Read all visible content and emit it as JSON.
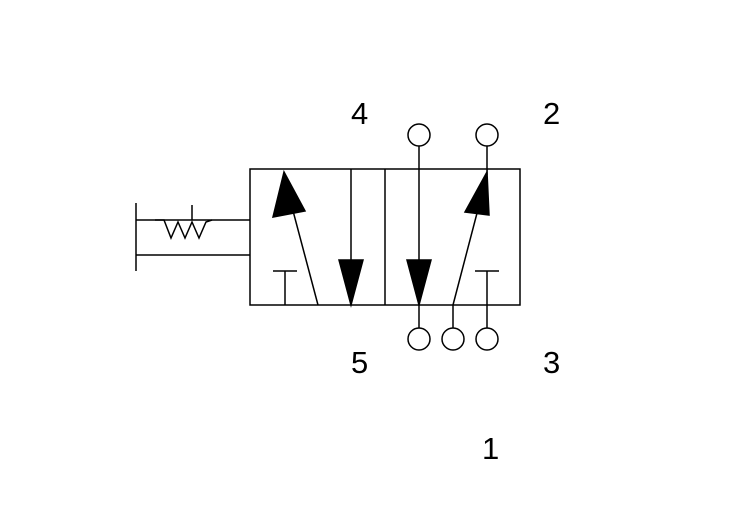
{
  "diagram": {
    "port_labels": {
      "port_4": "4",
      "port_2": "2",
      "port_5": "5",
      "port_3": "3",
      "port_1": "1"
    },
    "colors": {
      "stroke": "#000000",
      "background": "#ffffff"
    },
    "icons": {
      "actuator": "spring-return-icon",
      "flow_arrow": "arrow-icon",
      "blocked_port": "tee-block-icon",
      "port_connection": "circle-port-icon"
    }
  }
}
